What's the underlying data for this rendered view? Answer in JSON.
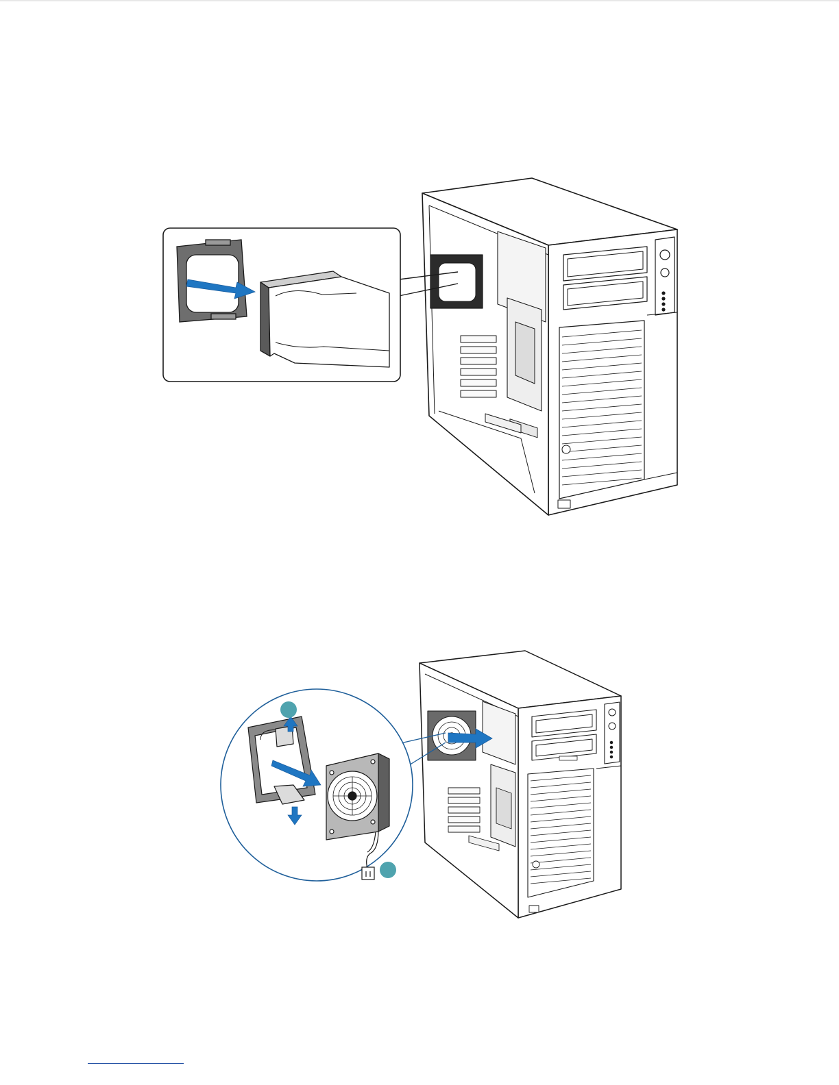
{
  "page": {
    "background": "#ffffff",
    "line_color": "#1a1a1a",
    "accent_blue": "#1f76c2",
    "callout_teal": "#4fa3ae",
    "footer_rule_color": "#1f4ea3"
  },
  "figures": [
    {
      "id": "figure-1",
      "depicts": "server-chassis-with-air-duct-removal-callout",
      "icons": [
        "chassis-icon",
        "fan-duct-icon",
        "bezel-frame-icon",
        "removal-arrow-icon"
      ]
    },
    {
      "id": "figure-2",
      "depicts": "server-chassis-with-fan-removal-callout",
      "icons": [
        "chassis-icon",
        "fan-icon",
        "fan-cable-icon",
        "release-arrow-icon",
        "callout-badge-icon"
      ]
    }
  ]
}
